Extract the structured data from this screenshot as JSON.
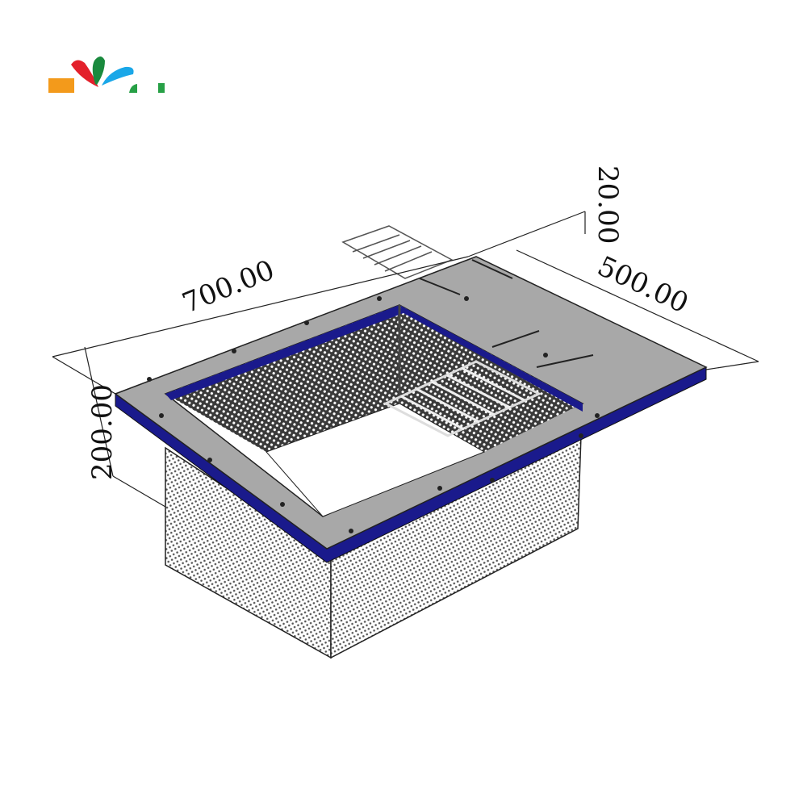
{
  "logo": {
    "brand": "logo"
  },
  "dimensions": {
    "length": "700.00",
    "width": "500.00",
    "thickness": "20.00",
    "height": "200.00"
  },
  "colors": {
    "plate": "#a8a8a8",
    "edge": "#1a1a8c",
    "mesh": "#222222"
  }
}
